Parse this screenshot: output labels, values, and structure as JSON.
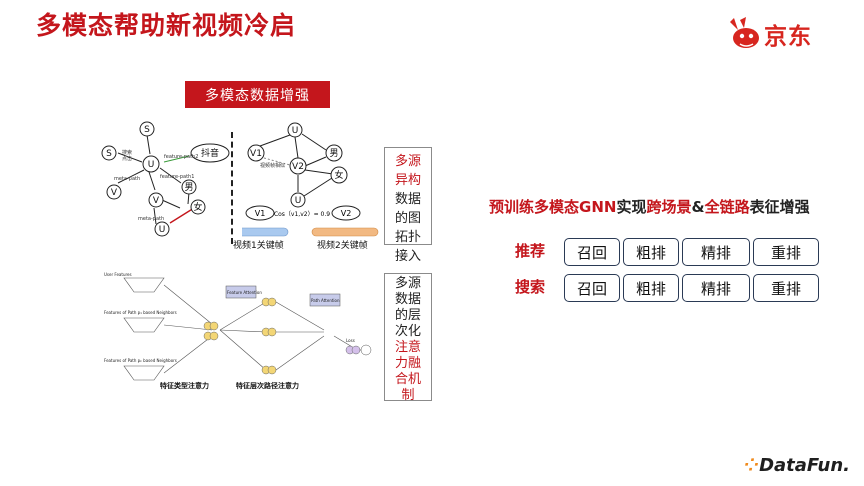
{
  "header": {
    "title": "多模态帮助新视频冷启",
    "brand": "京东"
  },
  "banner": "多模态数据增强",
  "graph_left": {
    "nodes": [
      "S",
      "S",
      "U",
      "V",
      "V",
      "U",
      "男",
      "女"
    ],
    "tiktok": "抖音",
    "edges": [
      "搜索",
      "点击",
      "meta-path",
      "feature-path1",
      "feature-path2",
      "meta-path"
    ]
  },
  "graph_right": {
    "nodes": [
      "U",
      "V1",
      "V2",
      "男",
      "女",
      "U"
    ],
    "edge": "视频帧相似",
    "sim_v1": "V1",
    "sim_v2": "V2",
    "cos": "Cos（v1,v2）= 0.9",
    "frames1": "视频1关键帧",
    "frames2": "视频2关键帧"
  },
  "network": {
    "user_features": "User Features",
    "path1": "Features of Path p₁ based Neighbors",
    "pathk": "Features of Path pₖ based Neighbors",
    "feature_attention": "Feature Attention",
    "path_attention": "Path Attention",
    "loss": "Loss",
    "cap1": "特征类型注意力",
    "cap2": "特征层次路径注意力"
  },
  "label_top": {
    "lines": [
      "多源",
      "异构",
      "数据",
      "的图",
      "拓扑",
      "接入"
    ],
    "red_count": 2
  },
  "label_bottom": {
    "lines": [
      "多源",
      "数据",
      "的层",
      "次化",
      "注意",
      "力融",
      "合机",
      "制"
    ],
    "red_from": 4
  },
  "headline": {
    "p1": "预训练多模态",
    "p2": "GNN",
    "p3": "实现",
    "p4": "跨场景",
    "p5": "&",
    "p6": "全链路",
    "p7": "表征增强"
  },
  "rows": [
    {
      "label": "推荐",
      "stages": [
        "召回",
        "粗排",
        "精排",
        "重排"
      ]
    },
    {
      "label": "搜索",
      "stages": [
        "召回",
        "粗排",
        "精排",
        "重排"
      ]
    }
  ],
  "footer": {
    "logo": "DataFun."
  },
  "colors": {
    "accent": "#c4161c",
    "pill_border": "#2a3a55"
  }
}
